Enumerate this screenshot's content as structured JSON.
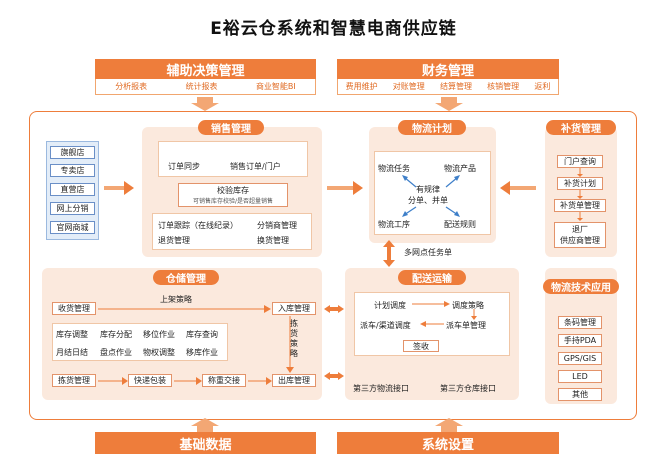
{
  "title": "E裕云仓系统和智慧电商供应链",
  "top_left": {
    "title": "辅助决策管理",
    "items": [
      "分析报表",
      "统计报表",
      "商业智能BI"
    ]
  },
  "top_right": {
    "title": "财务管理",
    "items": [
      "费用维护",
      "对账管理",
      "结算管理",
      "核销管理",
      "返利"
    ]
  },
  "channels": [
    "旗舰店",
    "专卖店",
    "直营店",
    "网上分销",
    "官网商城"
  ],
  "sales": {
    "title": "销售管理",
    "order_sync": "订单同步",
    "sales_order": "销售订单/门户",
    "verify_title": "校验库存",
    "verify_note": "可销售库存校验/是否超量销售",
    "order_track": "订单跟踪（在线纪录）",
    "distributor": "分销商管理",
    "returns": "退货管理",
    "exchange": "换货管理"
  },
  "logistics_plan": {
    "title": "物流计划",
    "task": "物流任务",
    "product": "物流产品",
    "center1": "有规律",
    "center2": "分单、并单",
    "process": "物流工序",
    "rules": "配送规则",
    "multi_point": "多网点任务单"
  },
  "replenish": {
    "title": "补货管理",
    "items": [
      "门户查询",
      "补货计划",
      "补货单管理",
      "退厂\n供应商管理"
    ]
  },
  "warehouse": {
    "title": "仓储管理",
    "receiving": "收货管理",
    "putaway": "上架策略",
    "inbound": "入库管理",
    "row1": [
      "库存调整",
      "库存分配",
      "移位作业",
      "库存查询"
    ],
    "row2": [
      "月结日结",
      "盘点作业",
      "物权调整",
      "移库作业"
    ],
    "picking_strategy": "拣货策略",
    "picking": "拣货管理",
    "packing": "快递包装",
    "weigh": "称重交接",
    "outbound": "出库管理"
  },
  "delivery": {
    "title": "配送运输",
    "plan_dispatch": "计划调度",
    "dispatch_strategy": "调度策略",
    "channel_dispatch": "派车/渠道调度",
    "dispatch_order": "派车单管理",
    "sign": "签收",
    "tpl_interface": "第三方物流接口",
    "twh_interface": "第三方仓库接口"
  },
  "logistics_tech": {
    "title": "物流技术应用",
    "items": [
      "条码管理",
      "手持PDA",
      "GPS/GIS",
      "LED",
      "其他"
    ]
  },
  "bottom": {
    "left": "基础数据",
    "right": "系统设置"
  },
  "colors": {
    "accent": "#ee7d3b",
    "panel_bg": "#fbe9dd",
    "blue": "#3e7fc9"
  }
}
